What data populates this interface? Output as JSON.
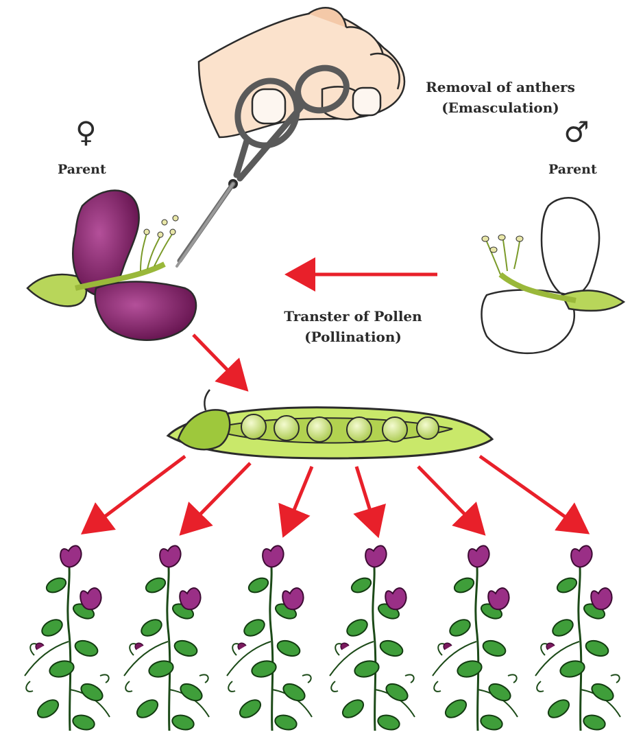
{
  "emasculation": {
    "line1": "Removal of anthers",
    "line2": "(Emasculation)"
  },
  "pollination": {
    "line1": "Transter of Pollen",
    "line2": "(Pollination)"
  },
  "female_parent": {
    "symbol": "♀",
    "label": "Parent",
    "petal_color": "#7a1a5e"
  },
  "male_parent": {
    "symbol": "♂",
    "label": "Parent",
    "petal_color": "#ffffff"
  },
  "colors": {
    "arrow": "#e8202a",
    "pod": "#c9e86a",
    "pea": "#dff09a",
    "leaf": "#3f9e3a",
    "flower": "#9a2f86"
  },
  "offspring_count": 6
}
